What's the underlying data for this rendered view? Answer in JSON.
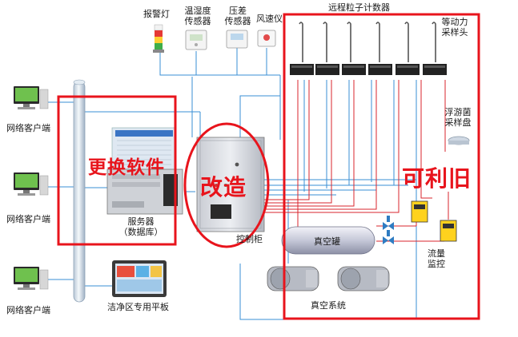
{
  "labels": {
    "alarm_light": "报警灯",
    "temp_humidity_sensor": [
      "温湿度",
      "传感器"
    ],
    "pressure_diff_sensor": [
      "压差",
      "传感器"
    ],
    "wind_speed_meter": "风速仪",
    "remote_particle_counter": "远程粒子计数器",
    "isokinetic_sampler": [
      "等动力",
      "采样头"
    ],
    "plankton_sampler": [
      "浮游菌",
      "采样盘"
    ],
    "server": [
      "服务器",
      "（数据库）"
    ],
    "control_cabinet": "控制柜",
    "vacuum_tank": "真空罐",
    "vacuum_system": "真空系统",
    "flow_monitor": [
      "流量",
      "监控"
    ],
    "cleanroom_tablet": "洁净区专用平板",
    "clients": [
      "网络客户端",
      "网络客户端",
      "网络客户端"
    ]
  },
  "annotations": {
    "replace_software": "更换软件",
    "modify": "改造",
    "reusable": "可利旧"
  },
  "colors": {
    "annotation_red": "#e8141c",
    "wire_red": "#d9262c",
    "wire_blue": "#3a8fd6"
  }
}
